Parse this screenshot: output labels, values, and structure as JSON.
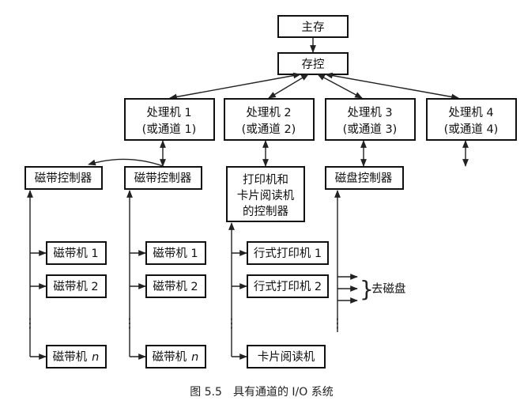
{
  "main_memory": "主存",
  "storage_control": "存控",
  "processors": [
    {
      "name": "处理机 1",
      "channel": "(或通道 1)"
    },
    {
      "name": "处理机 2",
      "channel": "(或通道 2)"
    },
    {
      "name": "处理机 3",
      "channel": "(或通道 3)"
    },
    {
      "name": "处理机 4",
      "channel": "(或通道 4)"
    }
  ],
  "tape_controller_a": "磁带控制器",
  "tape_controller_b": "磁带控制器",
  "printer_controller": [
    "打印机和",
    "卡片阅读机",
    "的控制器"
  ],
  "disk_controller": "磁盘控制器",
  "tape_units_a": [
    "磁带机 1",
    "磁带机 2"
  ],
  "tape_units_a_last": {
    "label": "磁带机",
    "index": "n"
  },
  "tape_units_b": [
    "磁带机 1",
    "磁带机 2"
  ],
  "tape_units_b_last": {
    "label": "磁带机",
    "index": "n"
  },
  "printers": [
    "行式打印机 1",
    "行式打印机 2"
  ],
  "card_reader": "卡片阅读机",
  "ellipsis": "⋮",
  "to_disk_brace": "}",
  "to_disk": "去磁盘",
  "caption": "图 5.5　具有通道的 I/O 系统"
}
